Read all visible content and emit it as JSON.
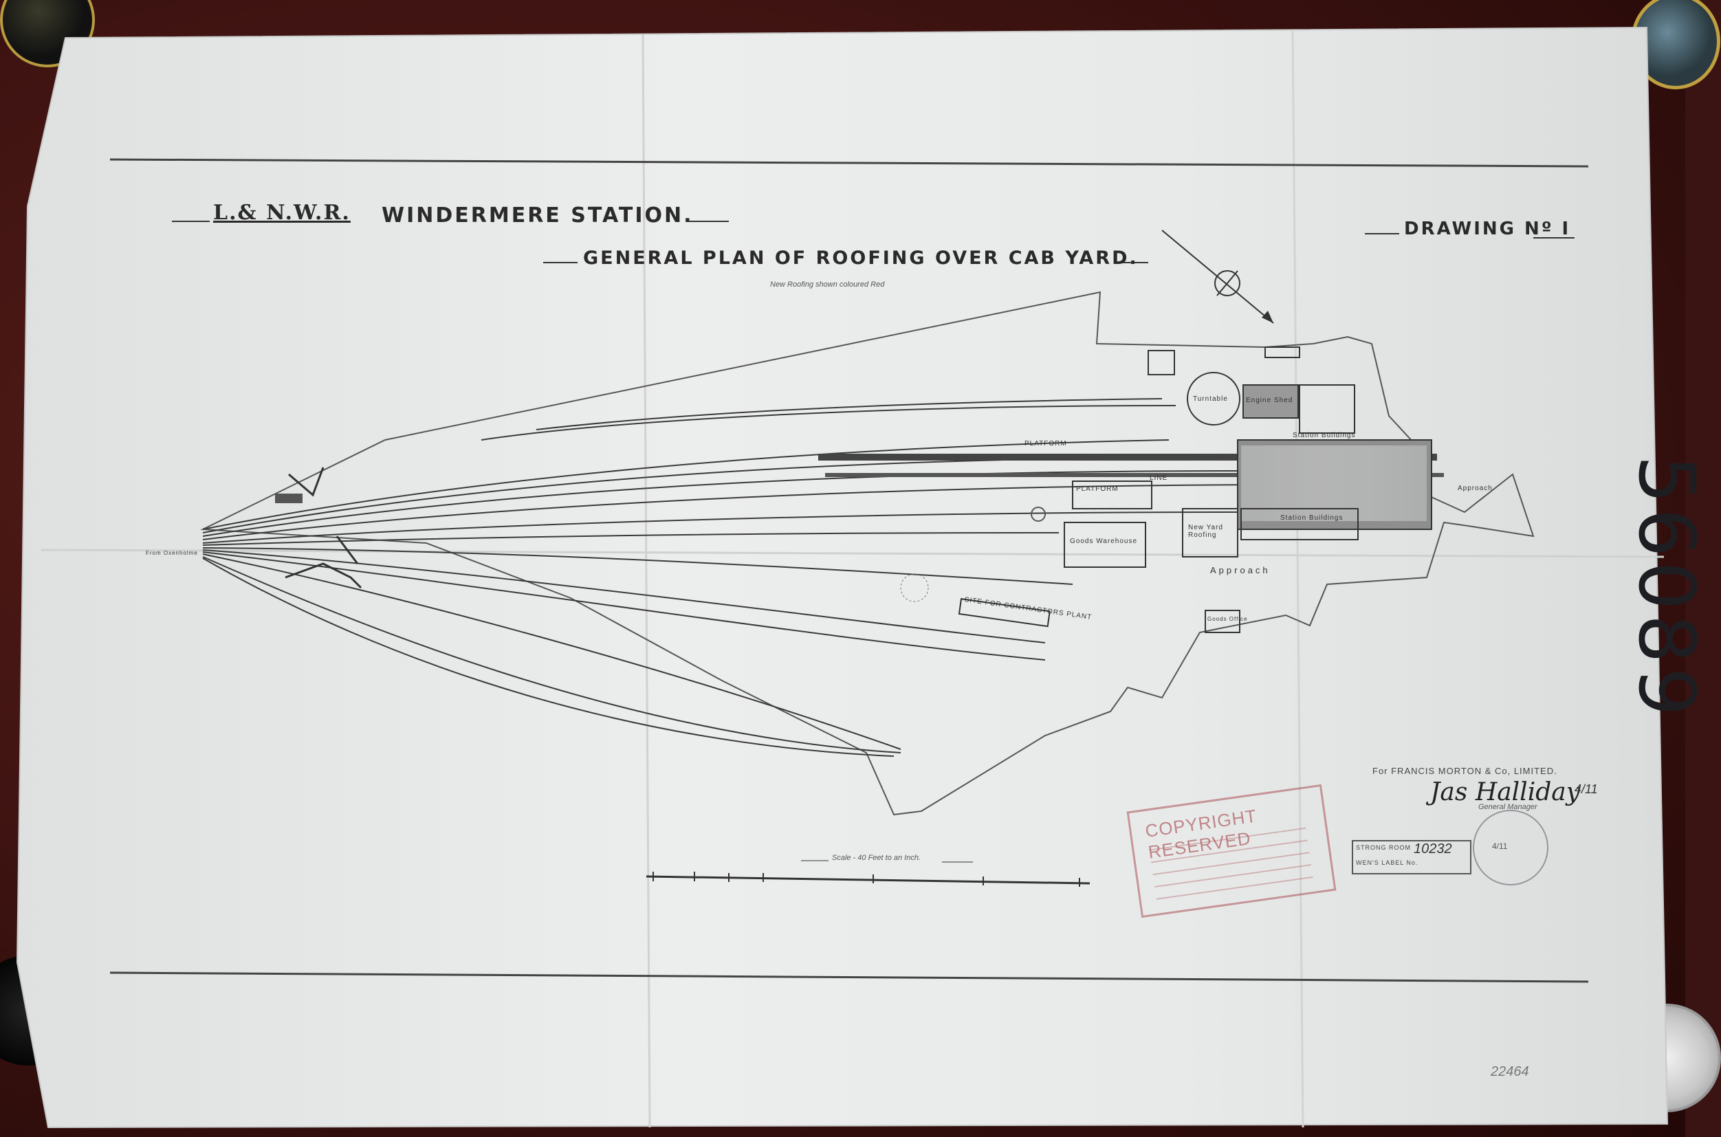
{
  "title": {
    "company": "L.& N.W.R.",
    "station": "WINDERMERE STATION.",
    "plan": "GENERAL PLAN OF ROOFING OVER CAB YARD.",
    "subtitle": "New Roofing shown coloured Red",
    "drawing_no": "DRAWING Nº I"
  },
  "reference_number": "56089",
  "plan_labels": {
    "platform_1": "PLATFORM",
    "platform_2": "PLATFORM",
    "line": "LINE",
    "turntable": "Turntable",
    "engine_shed": "Engine Shed",
    "station_buildings_1": "Station Buildings",
    "station_buildings_2": "Station Buildings",
    "goods_warehouse": "Goods Warehouse",
    "new_yard_roofing": "New Yard Roofing",
    "approach_1": "Approach",
    "approach_2": "Approach",
    "site": "SITE FOR CONTRACTORS PLANT",
    "goods_office": "Goods Office",
    "from_oxenholme": "From Oxenholme"
  },
  "scale": {
    "label": "Scale - 40 Feet to an Inch."
  },
  "maker": {
    "company": "For FRANCIS MORTON & Co, LIMITED.",
    "signature": "Jas Halliday",
    "date": "4/11",
    "role": "General Manager"
  },
  "stamps": {
    "copyright": "COPYRIGHT RESERVED",
    "strongroom_line1": "STRONG ROOM",
    "strongroom_line2": "WEN'S LABEL No.",
    "strongroom_number": "10232"
  },
  "catalogue_number": "22464",
  "colors": {
    "paper": "#e9eaea",
    "ink": "#2a2a2a",
    "stamp": "#aa5055",
    "table": "#3b1210"
  }
}
